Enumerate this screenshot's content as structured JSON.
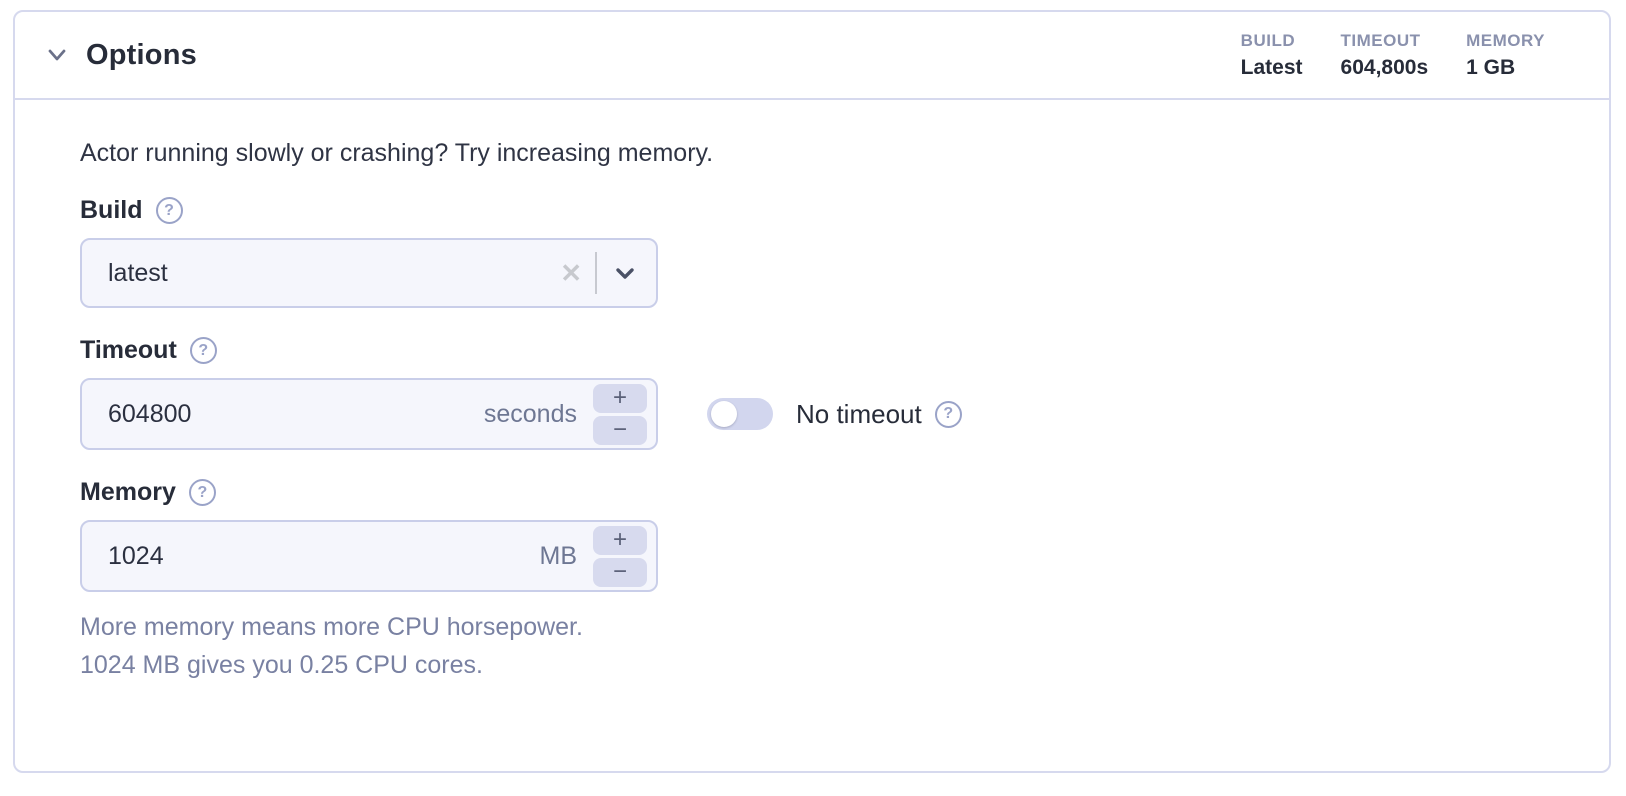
{
  "panel": {
    "title": "Options",
    "stats": [
      {
        "label": "BUILD",
        "value": "Latest"
      },
      {
        "label": "TIMEOUT",
        "value": "604,800s"
      },
      {
        "label": "MEMORY",
        "value": "1 GB"
      }
    ]
  },
  "form": {
    "intro": "Actor running slowly or crashing? Try increasing memory.",
    "build": {
      "label": "Build",
      "value": "latest"
    },
    "timeout": {
      "label": "Timeout",
      "value": "604800",
      "unit": "seconds",
      "toggle_label": "No timeout",
      "toggle_state": "off"
    },
    "memory": {
      "label": "Memory",
      "value": "1024",
      "unit": "MB",
      "help_line1": "More memory means more CPU horsepower.",
      "help_line2": "1024 MB gives you 0.25 CPU cores."
    }
  },
  "icons": {
    "help": "?",
    "clear": "✕",
    "plus": "+",
    "minus": "−"
  },
  "colors": {
    "card_border": "#d6d9ee",
    "field_bg": "#f5f6fc",
    "field_border": "#c9cee9",
    "stepper_bg": "#d7daee",
    "toggle_track": "#d2d6ee",
    "muted_label": "#8a91ad",
    "helper_text": "#7981a2",
    "help_icon": "#9aa3c8",
    "text_dark": "#272c39"
  }
}
